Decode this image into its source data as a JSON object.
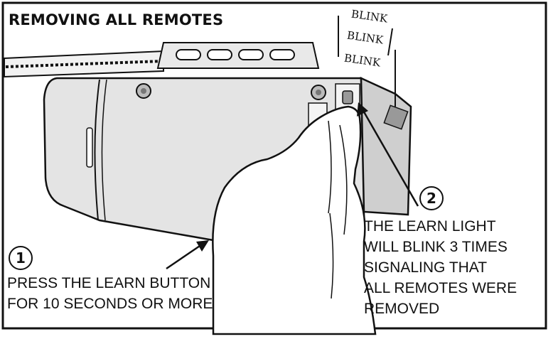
{
  "title": "REMOVING ALL REMOTES",
  "blink_words": [
    "BLINK",
    "BLINK",
    "BLINK"
  ],
  "step1": {
    "number": "1",
    "lines": [
      "PRESS THE LEARN BUTTON",
      "FOR 10 SECONDS OR MORE"
    ]
  },
  "step2": {
    "number": "2",
    "lines": [
      "THE LEARN LIGHT",
      "WILL BLINK 3 TIMES",
      "SIGNALING THAT",
      "ALL REMOTES WERE",
      "REMOVED"
    ]
  },
  "colors": {
    "ink": "#111111",
    "unit_fill": "#e4e4e4",
    "unit_side": "#cfcfcf",
    "background": "#ffffff"
  }
}
